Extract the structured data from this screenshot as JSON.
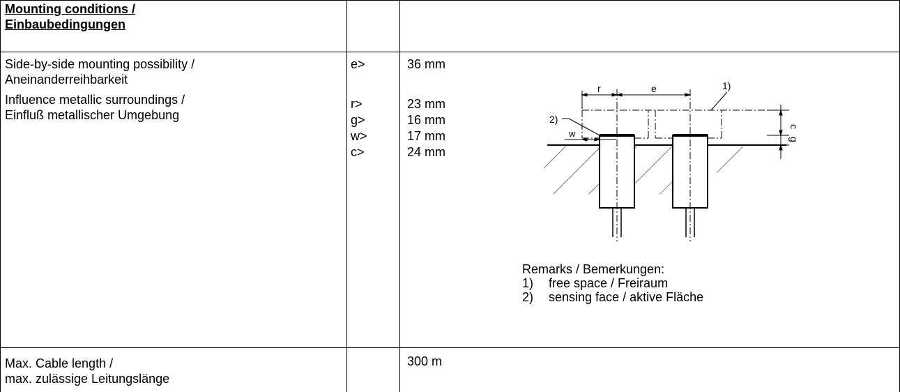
{
  "header": {
    "title_line1": "Mounting conditions  /",
    "title_line2": "Einbaubedingungen"
  },
  "mounting": {
    "side_by_side_en": "Side-by-side mounting possibility  /",
    "side_by_side_de": "Aneinanderreihbarkeit",
    "influence_en": "Influence metallic surroundings  /",
    "influence_de": "Einfluß metallischer Umgebung",
    "symbols": [
      "e>",
      "r>",
      "g>",
      "w>",
      "c>"
    ],
    "values": [
      "36 mm",
      "23 mm",
      "16 mm",
      "17 mm",
      "24 mm"
    ]
  },
  "diagram": {
    "labels": {
      "r": "r",
      "e": "e",
      "c": "c",
      "g": "g",
      "w": "w",
      "note1": "1)",
      "note2": "2)"
    }
  },
  "remarks": {
    "title": "Remarks / Bemerkungen:",
    "items": [
      {
        "num": "1)",
        "text": "free space / Freiraum"
      },
      {
        "num": "2)",
        "text": "sensing face / aktive Fläche"
      }
    ]
  },
  "cable": {
    "label_en": "Max. Cable length  /",
    "label_de": "max. zulässige Leitungslänge",
    "value": "300 m"
  }
}
